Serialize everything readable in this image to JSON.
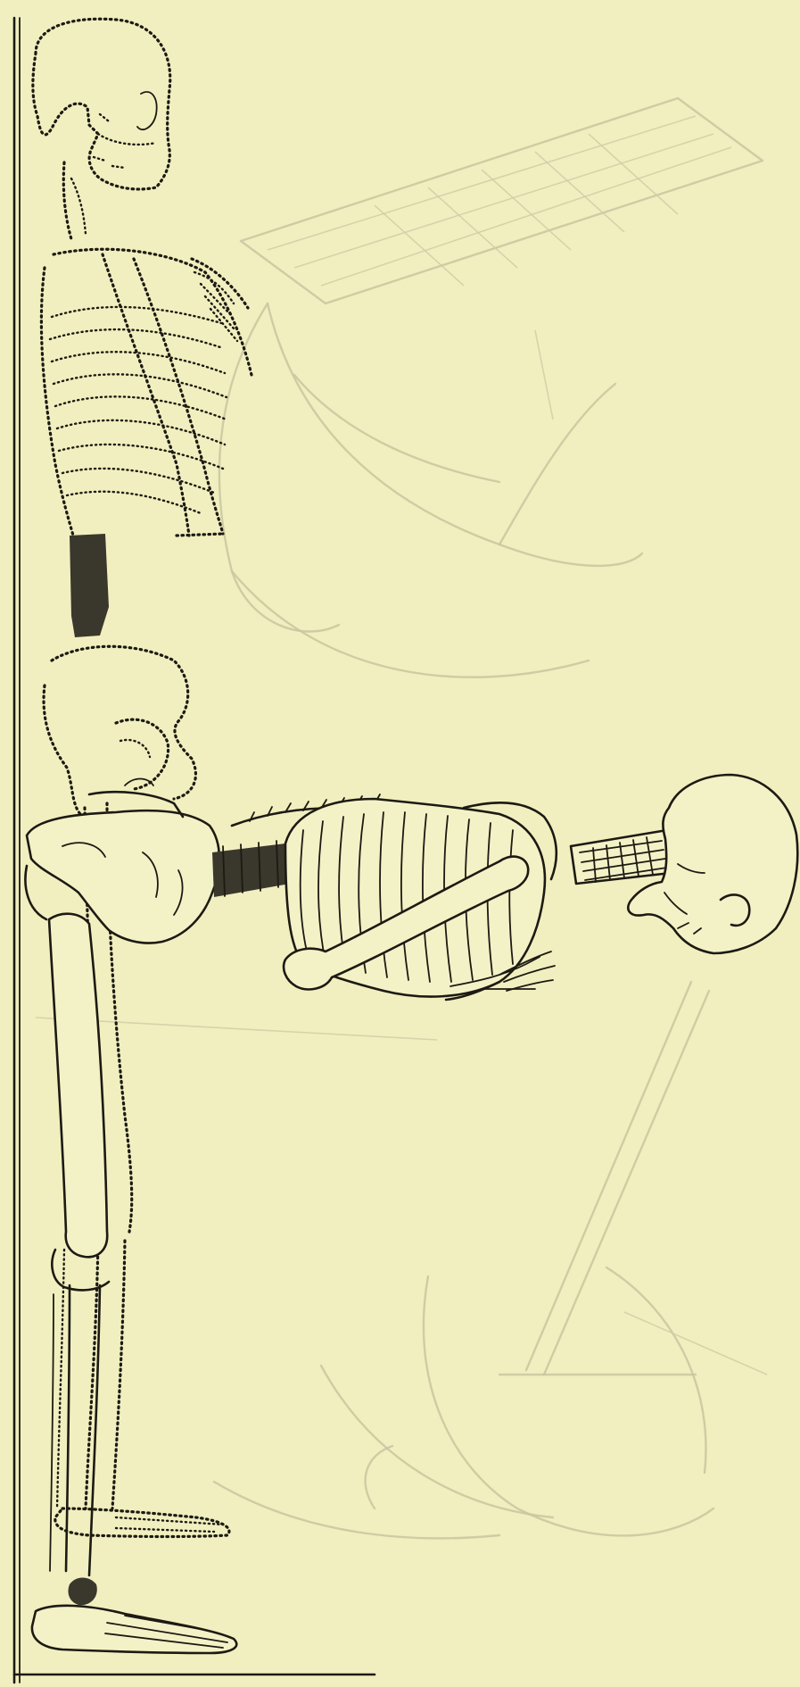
{
  "plate": {
    "background": "#f1efbf",
    "ink_color": "#1c1a12",
    "show_through_color": "#c9c6a0",
    "figures": [
      "upright-skeleton-dotted-outline",
      "stooping-skeleton-solid-outline",
      "reading-desk-show-through",
      "book-stand-show-through"
    ]
  }
}
